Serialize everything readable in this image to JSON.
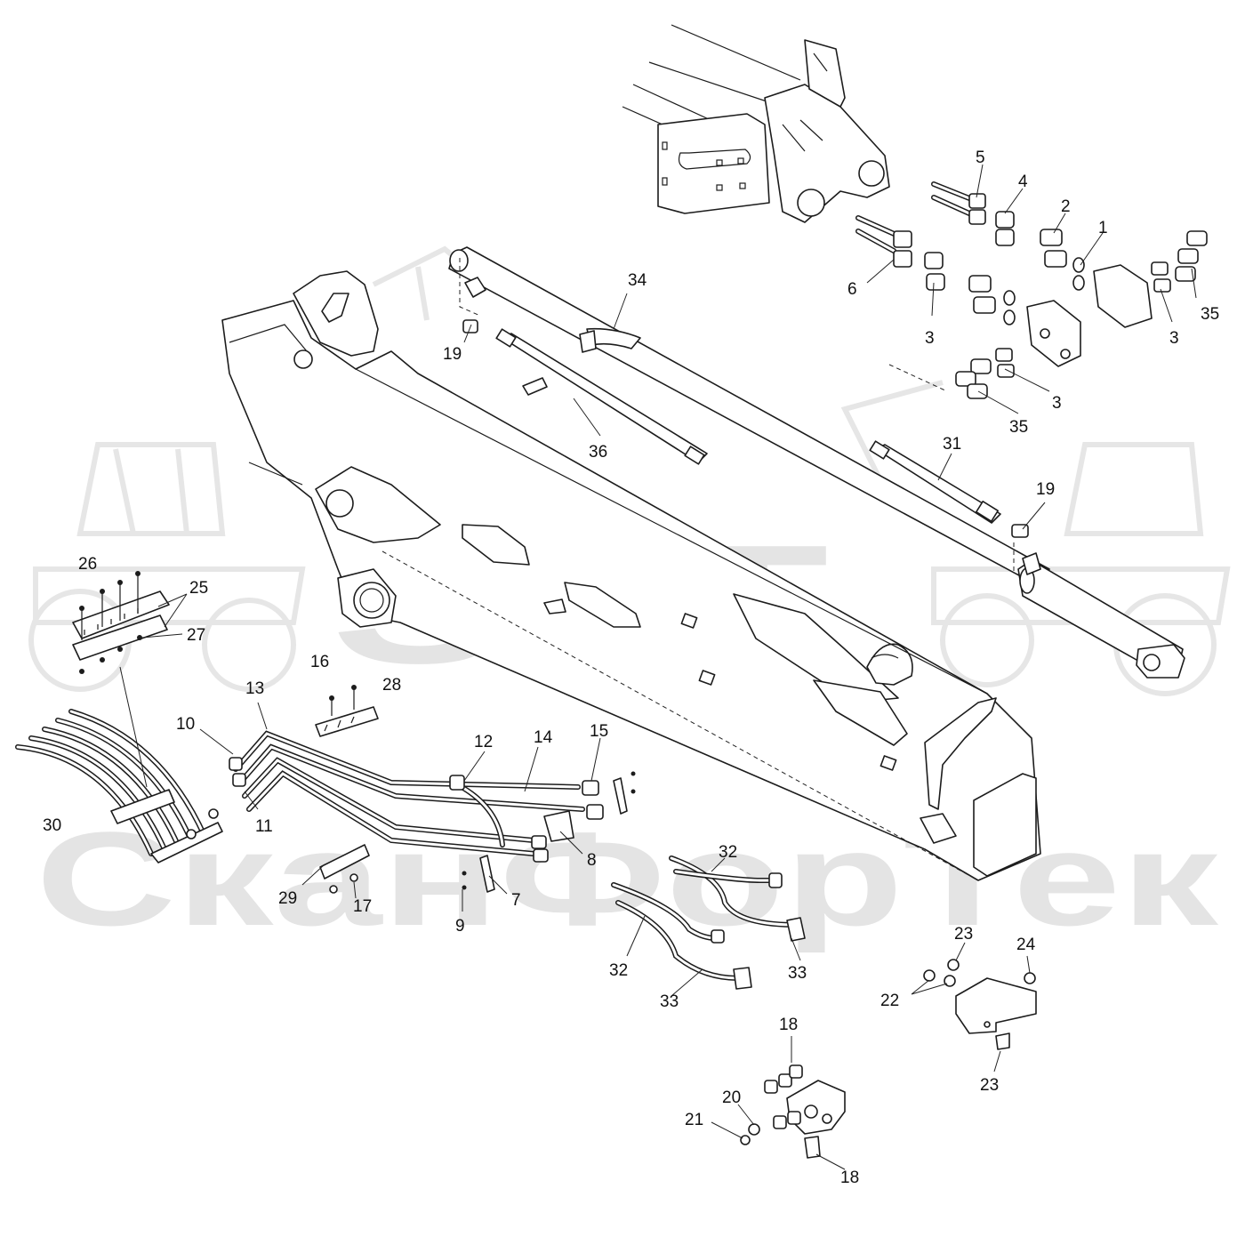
{
  "watermark": {
    "brand": "SFT",
    "company": "СканФорТек",
    "color": "#e4e4e4"
  },
  "diagram": {
    "line_color": "#1c1c1c",
    "callouts": [
      {
        "id": "c1",
        "label": "1"
      },
      {
        "id": "c2",
        "label": "2"
      },
      {
        "id": "c3a",
        "label": "3"
      },
      {
        "id": "c3b",
        "label": "3"
      },
      {
        "id": "c3c",
        "label": "3"
      },
      {
        "id": "c4",
        "label": "4"
      },
      {
        "id": "c5",
        "label": "5"
      },
      {
        "id": "c6",
        "label": "6"
      },
      {
        "id": "c7",
        "label": "7"
      },
      {
        "id": "c8",
        "label": "8"
      },
      {
        "id": "c9",
        "label": "9"
      },
      {
        "id": "c10",
        "label": "10"
      },
      {
        "id": "c11",
        "label": "11"
      },
      {
        "id": "c12",
        "label": "12"
      },
      {
        "id": "c13",
        "label": "13"
      },
      {
        "id": "c14",
        "label": "14"
      },
      {
        "id": "c15",
        "label": "15"
      },
      {
        "id": "c16",
        "label": "16"
      },
      {
        "id": "c17",
        "label": "17"
      },
      {
        "id": "c18a",
        "label": "18"
      },
      {
        "id": "c18b",
        "label": "18"
      },
      {
        "id": "c19a",
        "label": "19"
      },
      {
        "id": "c19b",
        "label": "19"
      },
      {
        "id": "c20",
        "label": "20"
      },
      {
        "id": "c21",
        "label": "21"
      },
      {
        "id": "c22",
        "label": "22"
      },
      {
        "id": "c23a",
        "label": "23"
      },
      {
        "id": "c23b",
        "label": "23"
      },
      {
        "id": "c24",
        "label": "24"
      },
      {
        "id": "c25",
        "label": "25"
      },
      {
        "id": "c26",
        "label": "26"
      },
      {
        "id": "c27",
        "label": "27"
      },
      {
        "id": "c28",
        "label": "28"
      },
      {
        "id": "c29",
        "label": "29"
      },
      {
        "id": "c30",
        "label": "30"
      },
      {
        "id": "c31",
        "label": "31"
      },
      {
        "id": "c32a",
        "label": "32"
      },
      {
        "id": "c32b",
        "label": "32"
      },
      {
        "id": "c33a",
        "label": "33"
      },
      {
        "id": "c33b",
        "label": "33"
      },
      {
        "id": "c34",
        "label": "34"
      },
      {
        "id": "c35a",
        "label": "35"
      },
      {
        "id": "c35b",
        "label": "35"
      },
      {
        "id": "c36",
        "label": "36"
      }
    ]
  }
}
